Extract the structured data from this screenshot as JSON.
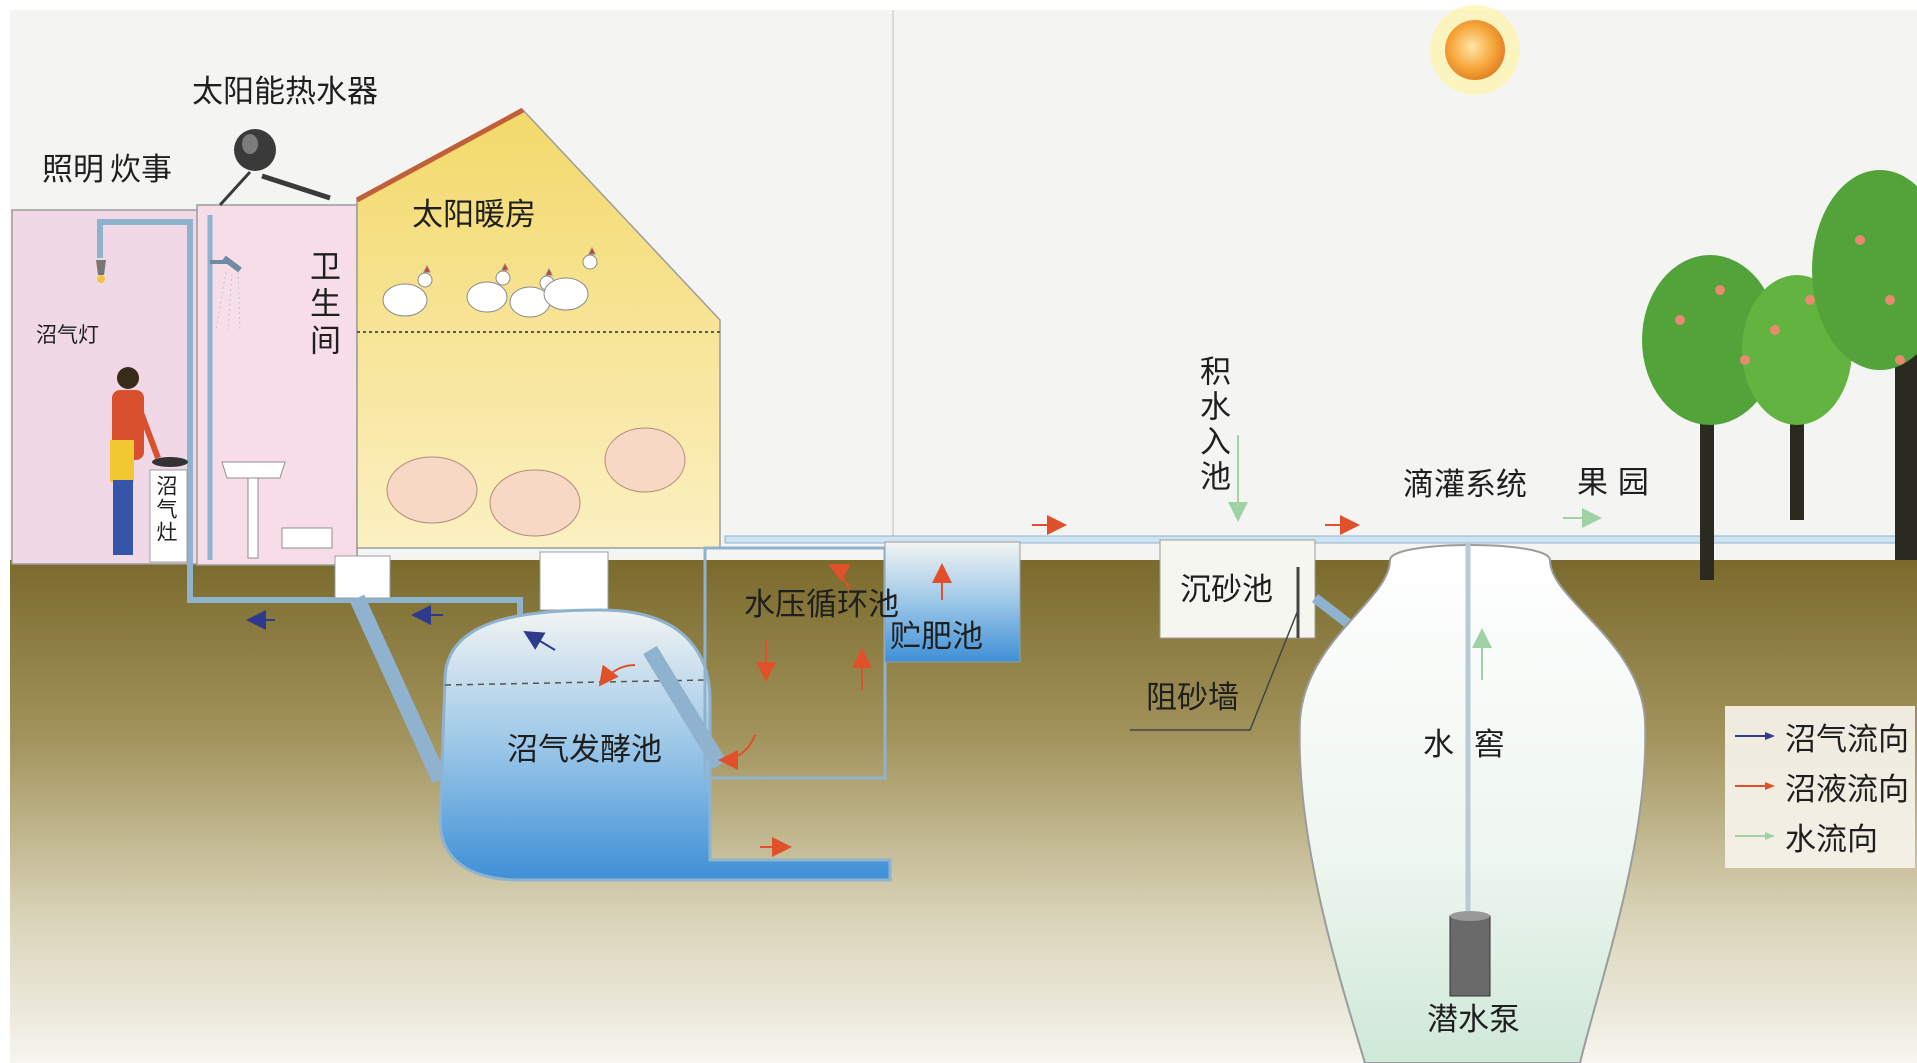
{
  "labels": {
    "solar_water_heater": "太阳能热水器",
    "lighting": "照明",
    "cooking": "炊事",
    "biogas_lamp": "沼气灯",
    "biogas_stove": "沼气灶",
    "bathroom": "卫生间",
    "solar_greenhouse": "太阳暖房",
    "pressure_tank": "水压循环池",
    "manure_pool": "贮肥池",
    "digester": "沼气发酵池",
    "water_inlet": "积水入池",
    "drip_irrigation": "滴灌系统",
    "orchard": "果 园",
    "sand_settling": "沉砂池",
    "sand_wall": "阻砂墙",
    "cellar": "水  窖",
    "pump": "潜水泵"
  },
  "legend": [
    {
      "label": "沼气流向",
      "color": "#2e3a8c"
    },
    {
      "label": "沼液流向",
      "color": "#e0502a"
    },
    {
      "label": "水流向",
      "color": "#9fd3a6"
    }
  ],
  "icons": {
    "sun": "sun-icon",
    "heater": "solar-heater-icon",
    "person": "person-cooking-icon",
    "chicken": "chicken-icon",
    "pig": "pig-icon",
    "tree": "fruit-tree-icon",
    "pump": "pump-icon"
  }
}
